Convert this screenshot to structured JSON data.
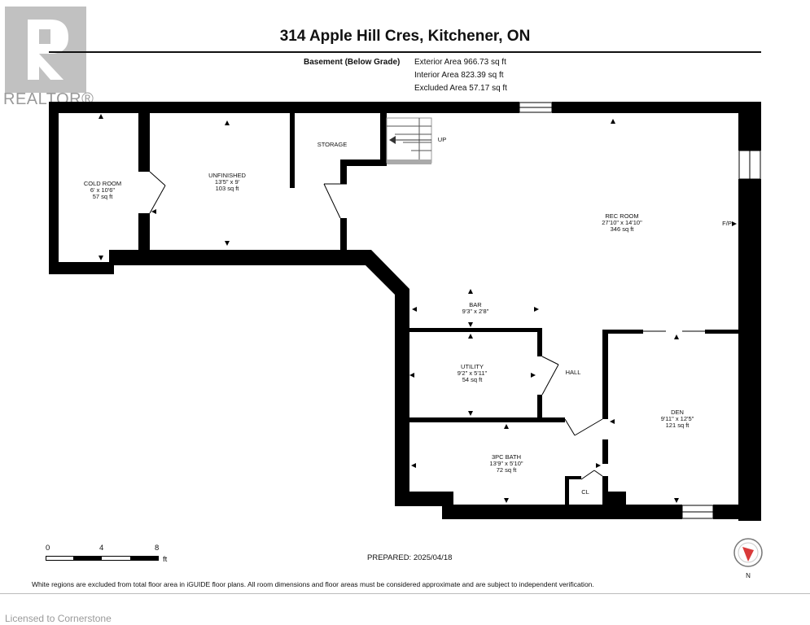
{
  "watermark": {
    "brand": "REALTOR®"
  },
  "title": "314 Apple Hill Cres, Kitchener, ON",
  "level_label": "Basement (Below Grade)",
  "areas": {
    "exterior": "Exterior Area 966.73 sq ft",
    "interior": "Interior Area 823.39 sq ft",
    "excluded": "Excluded Area 57.17 sq ft"
  },
  "rooms": {
    "cold_room": {
      "name": "COLD ROOM",
      "dims": "6' x 10'6\"",
      "area": "57 sq ft"
    },
    "unfinished": {
      "name": "UNFINISHED",
      "dims": "13'5\" x 9'",
      "area": "103 sq ft"
    },
    "storage": {
      "name": "STORAGE"
    },
    "rec_room": {
      "name": "REC ROOM",
      "dims": "27'10\" x 14'10\"",
      "area": "346 sq ft"
    },
    "bar": {
      "name": "BAR",
      "dims": "9'3\" x 2'8\""
    },
    "utility": {
      "name": "UTILITY",
      "dims": "9'2\" x 5'11\"",
      "area": "54 sq ft"
    },
    "hall": {
      "name": "HALL"
    },
    "bath": {
      "name": "3PC BATH",
      "dims": "13'9\" x 5'10\"",
      "area": "72 sq ft"
    },
    "closet": {
      "name": "CL"
    },
    "den": {
      "name": "DEN",
      "dims": "9'11\" x 12'5\"",
      "area": "121 sq ft"
    }
  },
  "labels": {
    "stairs_up": "UP",
    "fireplace": "F/P"
  },
  "scale": {
    "ticks": [
      "0",
      "4",
      "8"
    ],
    "unit": "ft"
  },
  "prepared": "PREPARED: 2025/04/18",
  "compass": {
    "north": "N"
  },
  "footnote": "White regions are excluded from total floor area in iGUIDE floor plans. All room dimensions and floor areas must be considered approximate and are subject to independent verification.",
  "licensed": "Licensed to Cornerstone",
  "colors": {
    "wall": "#000000",
    "watermark": "#9a9a9a",
    "compass_red": "#d93a3a"
  }
}
